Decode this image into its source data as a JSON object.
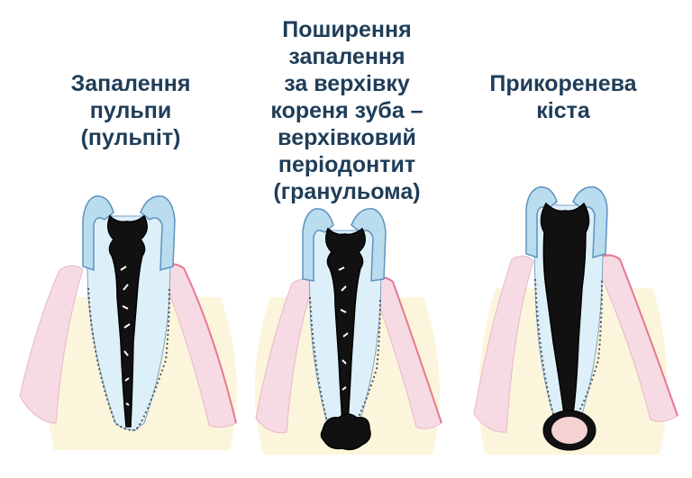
{
  "panels": [
    {
      "id": "pulpitis",
      "caption_lines": [
        "Запалення",
        "пульпи",
        "(пульпіт)"
      ]
    },
    {
      "id": "granuloma",
      "caption_lines": [
        "Поширення",
        "запалення",
        "за верхівку",
        "кореня зуба –",
        "верхівковий",
        "періодонтит",
        "(гранульома)"
      ]
    },
    {
      "id": "cyst",
      "caption_lines": [
        "Прикоренева",
        "кіста"
      ]
    }
  ],
  "colors": {
    "caption_text": "#1f3d58",
    "enamel": "#b9dcef",
    "enamel_outline": "#5d93bf",
    "dentin": "#ddeff8",
    "gum": "#f6dbe4",
    "gum_edge": "#e8788f",
    "bone": "#fbf5dc",
    "pulp": "#111111",
    "cyst": "#f4d2d2"
  }
}
